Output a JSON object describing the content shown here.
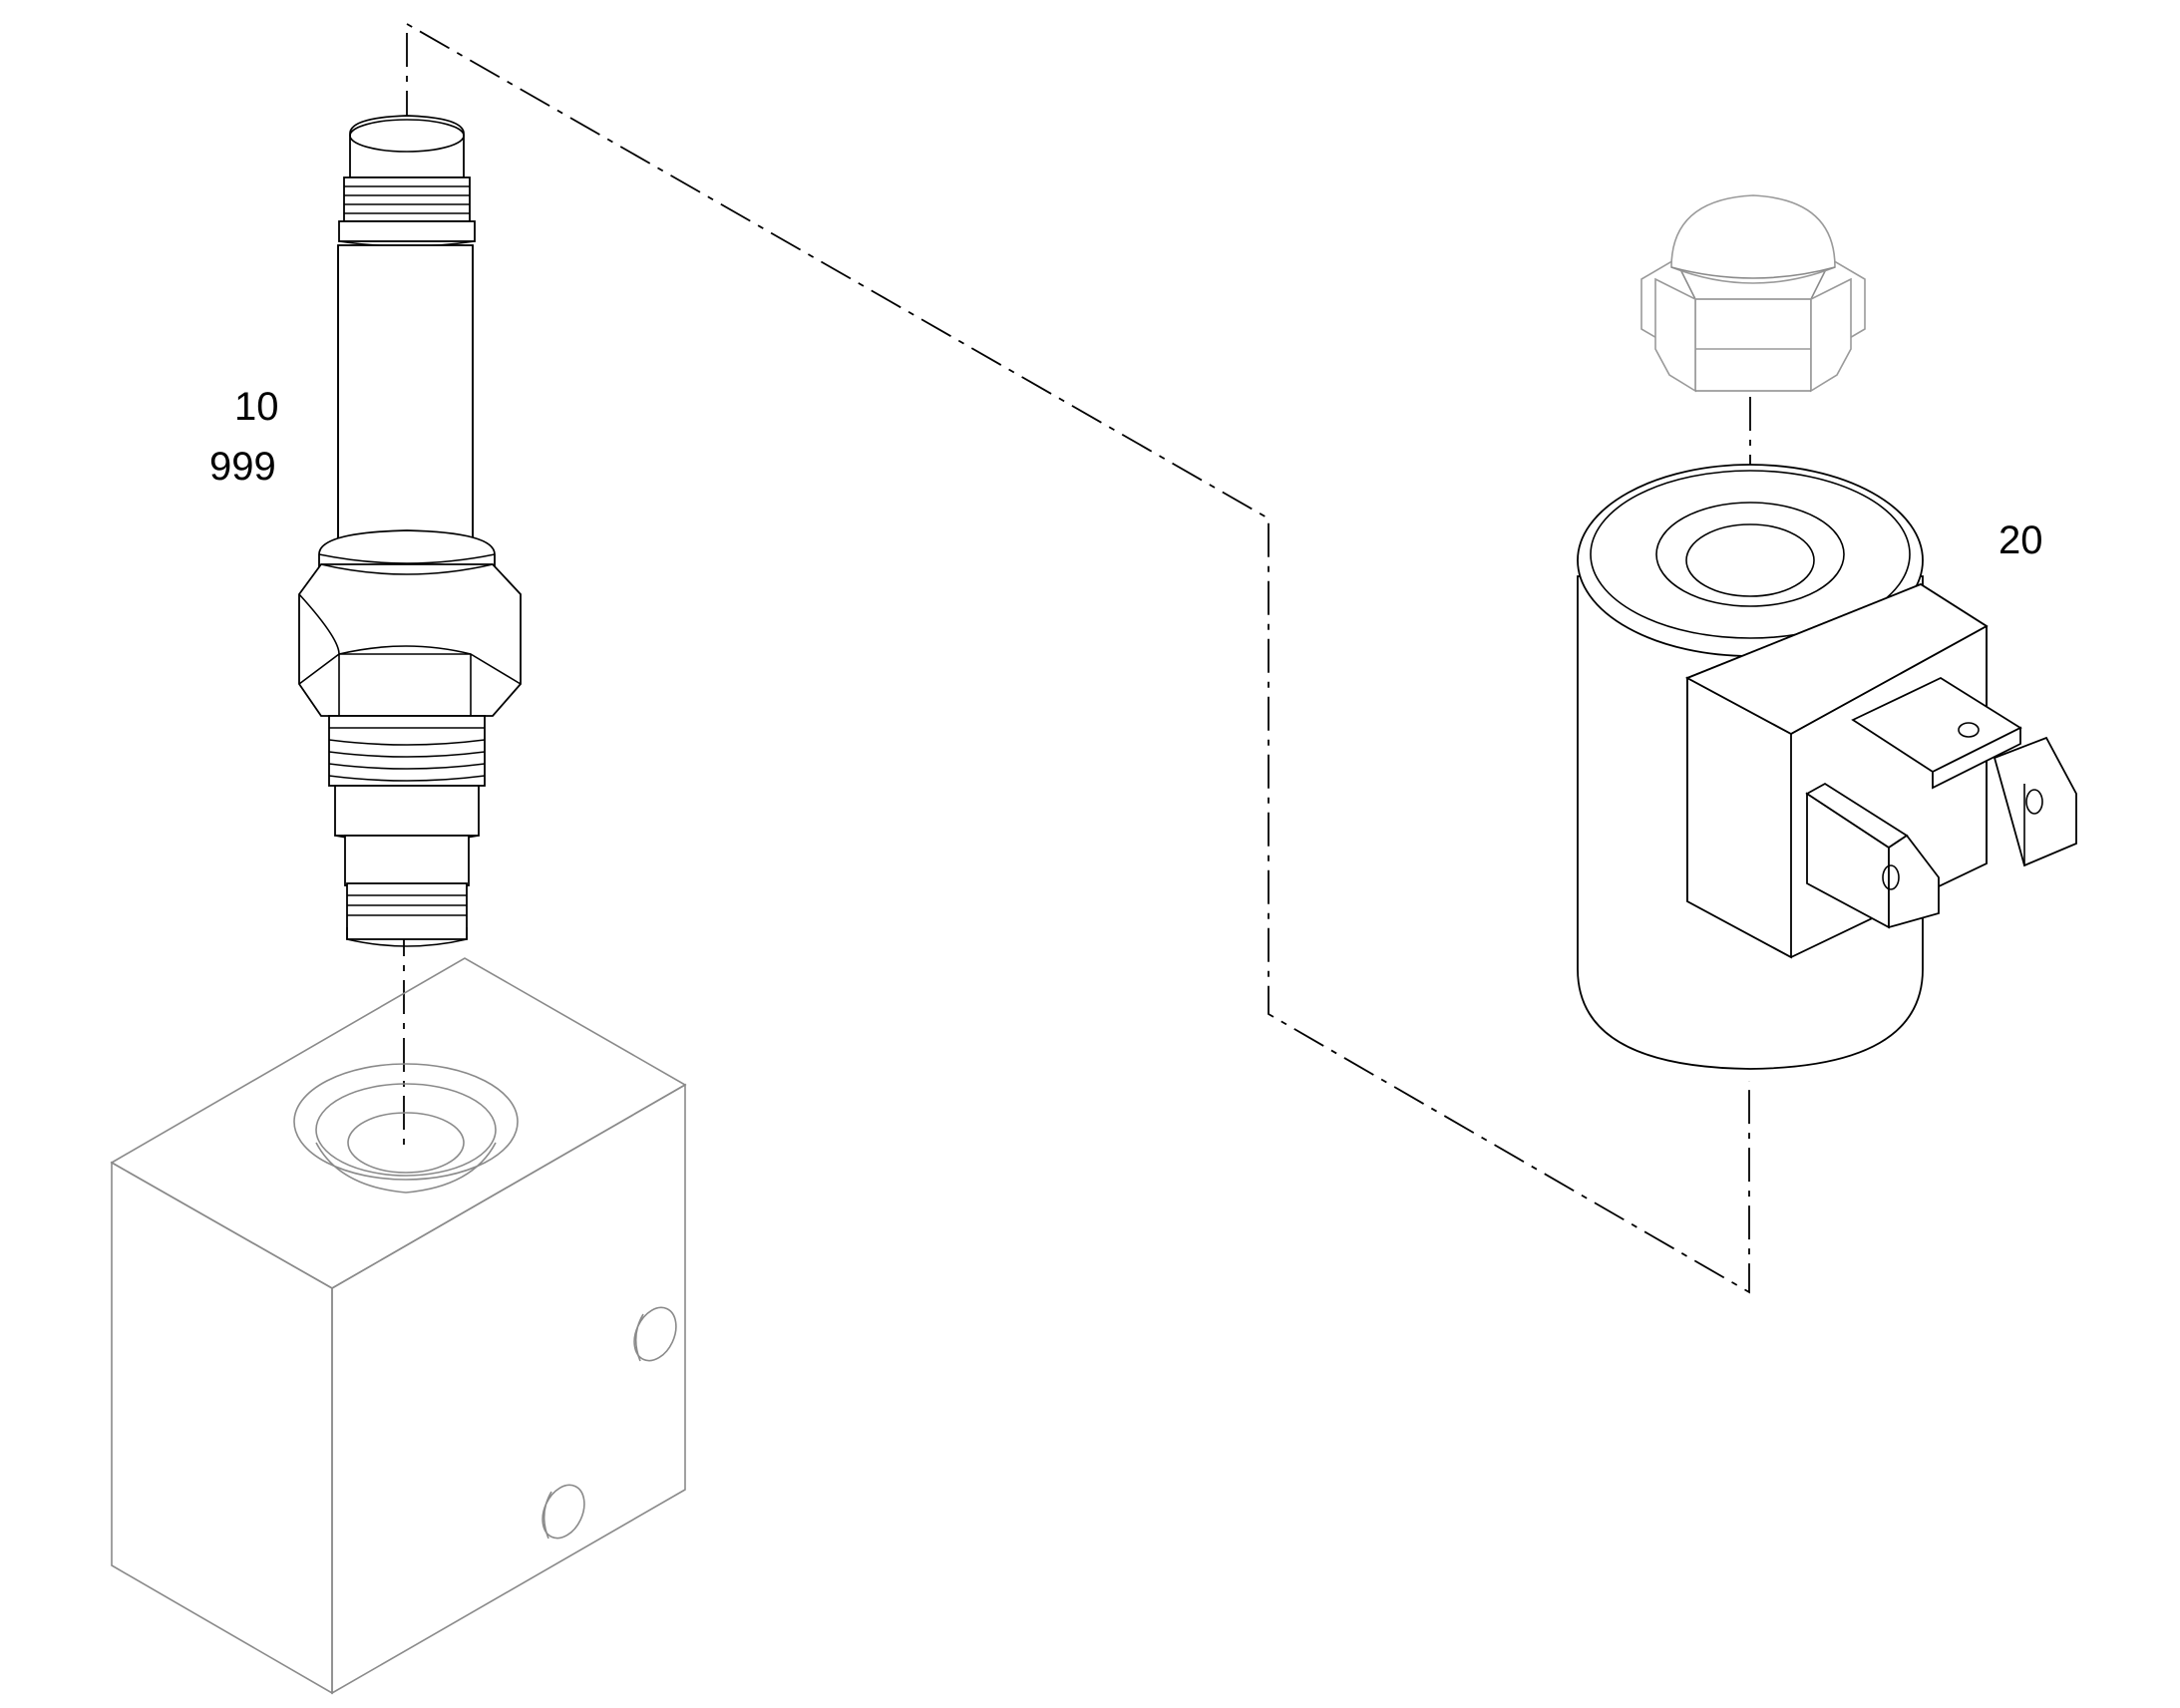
{
  "callouts": {
    "cartridge_item": "10",
    "cartridge_item_alt": "999",
    "coil_item": "20"
  },
  "colors": {
    "line": "#000000",
    "ghost_part": "#9a9a9a",
    "background": "#ffffff"
  },
  "parts": [
    {
      "id": "cartridge-valve",
      "callout": "10"
    },
    {
      "id": "solenoid-coil",
      "callout": "20"
    },
    {
      "id": "coil-nut",
      "callout": ""
    },
    {
      "id": "valve-block",
      "callout": ""
    }
  ]
}
